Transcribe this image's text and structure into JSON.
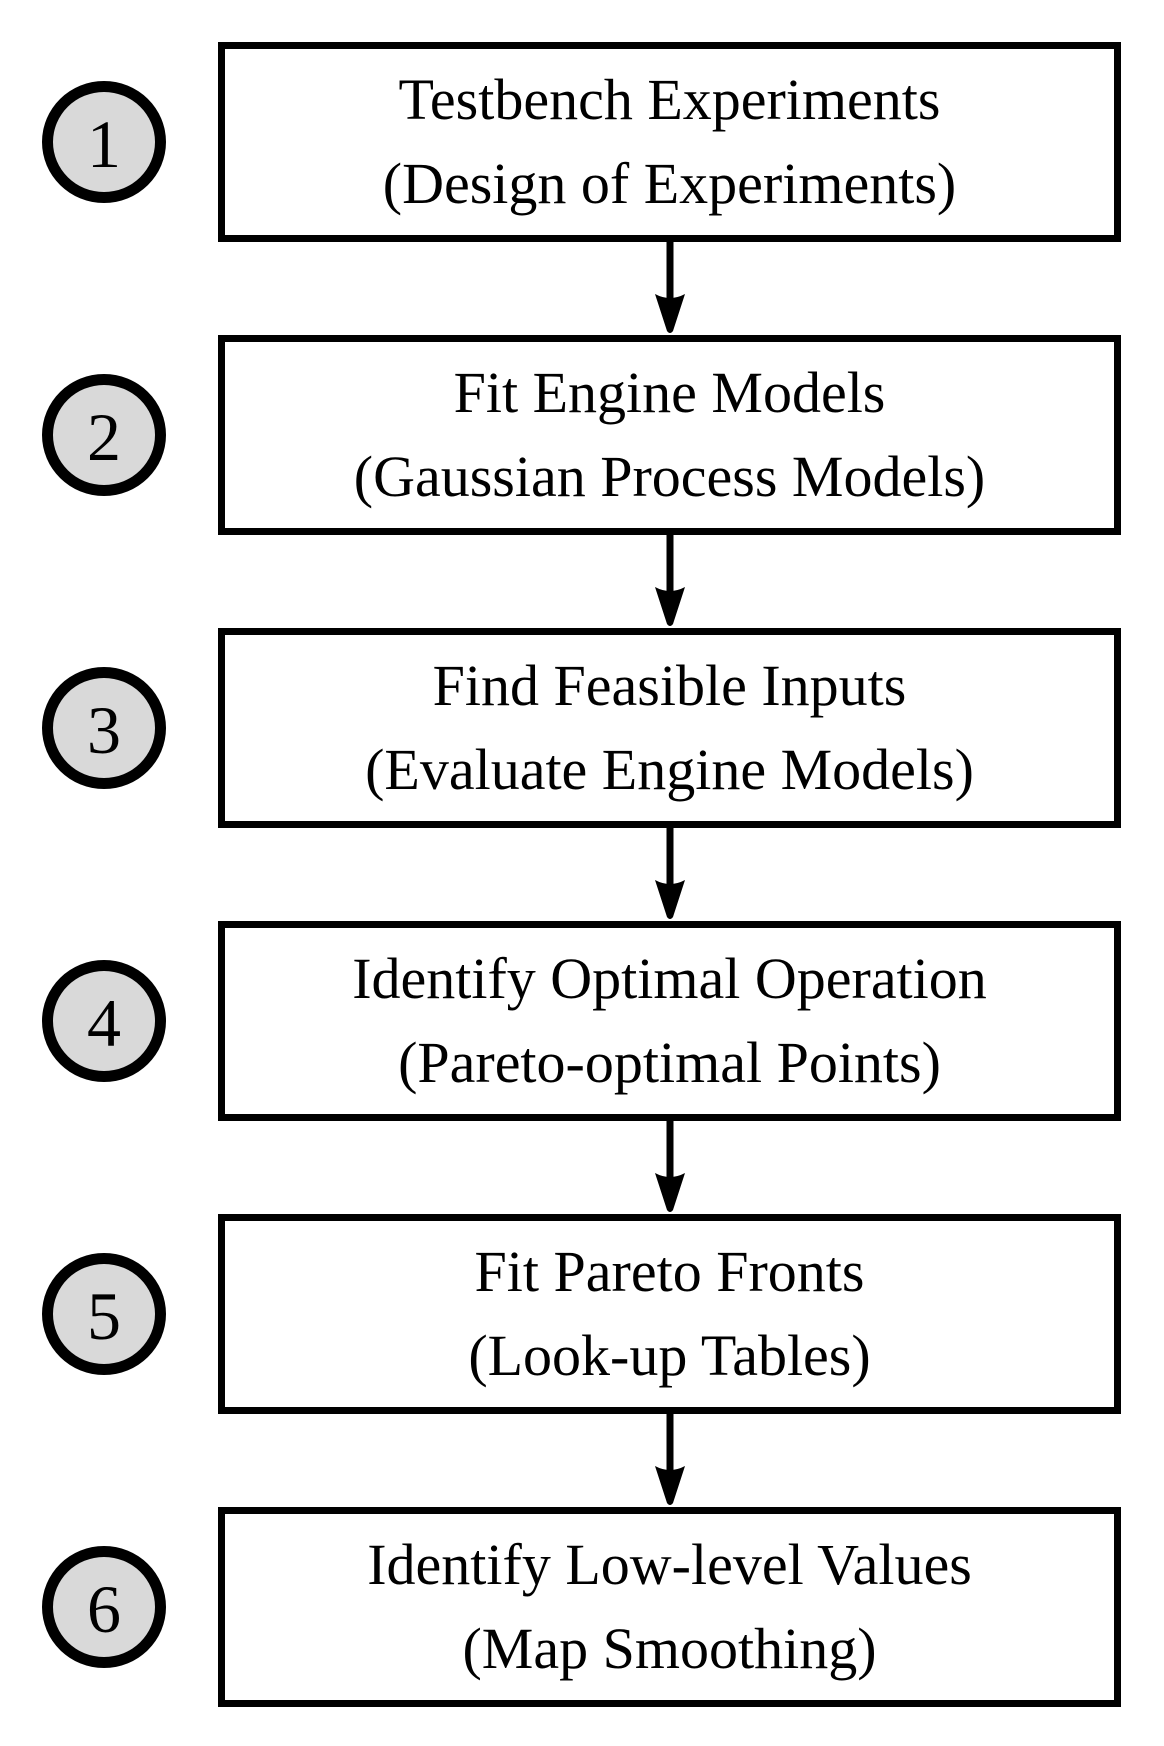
{
  "diagram": {
    "type": "flowchart",
    "colors": {
      "stroke": "#000000",
      "box_fill": "#ffffff",
      "circle_fill": "#d9d9d9",
      "background": "#ffffff"
    },
    "steps": [
      {
        "number": "1",
        "title": "Testbench Experiments",
        "subtitle": "(Design of Experiments)"
      },
      {
        "number": "2",
        "title": "Fit Engine Models",
        "subtitle": "(Gaussian Process Models)"
      },
      {
        "number": "3",
        "title": "Find Feasible Inputs",
        "subtitle": "(Evaluate Engine Models)"
      },
      {
        "number": "4",
        "title": "Identify Optimal Operation",
        "subtitle": "(Pareto-optimal Points)"
      },
      {
        "number": "5",
        "title": "Fit Pareto Fronts",
        "subtitle": "(Look-up Tables)"
      },
      {
        "number": "6",
        "title": "Identify Low-level Values",
        "subtitle": "(Map Smoothing)"
      }
    ],
    "connections": [
      {
        "from": "1",
        "to": "2"
      },
      {
        "from": "2",
        "to": "3"
      },
      {
        "from": "3",
        "to": "4"
      },
      {
        "from": "4",
        "to": "5"
      },
      {
        "from": "5",
        "to": "6"
      }
    ]
  }
}
